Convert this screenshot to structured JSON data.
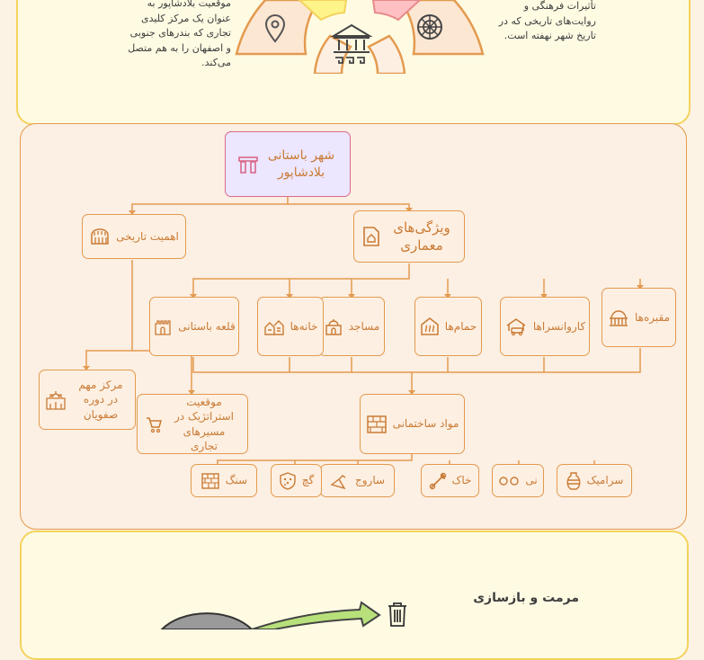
{
  "colors": {
    "page_bg": "#fdf3e4",
    "panel_yellow": "#fffbe3",
    "panel_yellow_border": "#f3d35d",
    "panel_peach": "#fcefe3",
    "panel_peach_border": "#e39a4f",
    "node_border": "#e39a4f",
    "node_text": "#c97a35",
    "root_fill": "#ece6ff",
    "root_border": "#d96a8a"
  },
  "top": {
    "left_text": [
      "موقعیت بلادشاپور به",
      "عنوان یک مرکز کلیدی",
      "تجاری که بندرهای جنوبی",
      "و اصفهان را به هم متصل",
      "می‌کند."
    ],
    "right_text": [
      "تأثیرات فرهنگی و",
      "روایت‌های تاریخی که در",
      "تاریخ شهر نهفته است."
    ]
  },
  "mindmap": {
    "root": "شهر باستانی بلادشاپور",
    "history": "اهمیت تاریخی",
    "architecture": "ویژگی‌های معماری",
    "arch_items": [
      "مقبره‌ها",
      "کاروانسراها",
      "حمام‌ها",
      "مساجد",
      "خانه‌ها",
      "قلعه باستانی"
    ],
    "history_items": [
      "مرکز مهم در دوره صفویان",
      "موقعیت استراتژیک در مسیرهای تجاری"
    ],
    "materials": "مواد ساختمانی",
    "material_items": [
      "سرامیک",
      "نی",
      "خاک",
      "ساروج",
      "گچ",
      "سنگ"
    ]
  },
  "bottom": {
    "title": "مرمت و بازسازی"
  }
}
